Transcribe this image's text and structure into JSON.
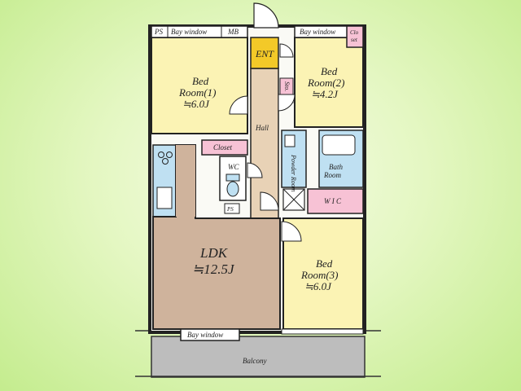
{
  "floorplan": {
    "rooms": {
      "bed1": {
        "line1": "Bed",
        "line2": "Room(1)",
        "line3": "≒6.0J"
      },
      "bed2": {
        "line1": "Bed",
        "line2": "Room(2)",
        "line3": "≒4.2J"
      },
      "bed3": {
        "line1": "Bed",
        "line2": "Room(3)",
        "line3": "≒6.0J"
      },
      "ldk": {
        "line1": "LDK",
        "line2": "≒12.5J"
      }
    },
    "labels": {
      "ps_top": "PS",
      "bay_window_1": "Bay window",
      "mb": "MB",
      "bay_window_2": "Bay window",
      "closet_small_1": "Clo",
      "closet_small_2": "set",
      "ent": "ENT",
      "sto": "Sto.",
      "hall": "Hall",
      "closet": "Closet",
      "powder_room": "Powder Room",
      "bath_room_1": "Bath",
      "bath_room_2": "Room",
      "wc": "WC",
      "wic": "W I C",
      "ps_bottom": "PS",
      "bay_window_bottom": "Bay window",
      "balcony": "Balcony"
    },
    "colors": {
      "bedroom": "#fbf3b4",
      "ldk": "#cfb39c",
      "hall": "#e8d2b6",
      "entrance": "#f3c928",
      "kitchen": "#bfe0f2",
      "closet": "#f7c2d5",
      "balcony": "#bdbdbd"
    }
  }
}
